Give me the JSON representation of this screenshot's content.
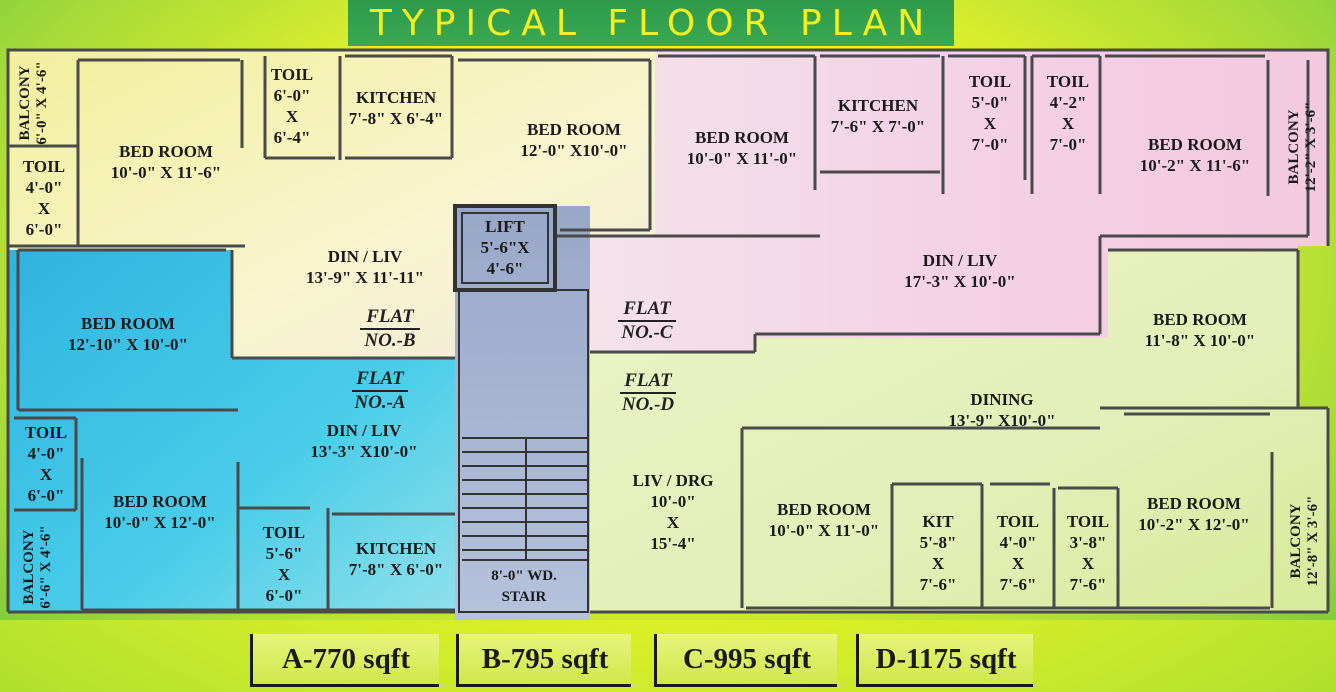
{
  "title": "TYPICAL FLOOR PLAN",
  "colors": {
    "flat_a": "#37c3e6",
    "flat_b": "#f4f0b8",
    "flat_c": "#f3d3e4",
    "flat_d": "#e3f0b8",
    "core": "#a9b8d6",
    "wall": "#4a4a4a",
    "background": "#e6f22a"
  },
  "flats": {
    "a": {
      "line1": "FLAT",
      "line2": "NO.-A"
    },
    "b": {
      "line1": "FLAT",
      "line2": "NO.-B"
    },
    "c": {
      "line1": "FLAT",
      "line2": "NO.-C"
    },
    "d": {
      "line1": "FLAT",
      "line2": "NO.-D"
    }
  },
  "rooms": {
    "b_balcony": {
      "name": "BALCONY",
      "size": "6'-0\" X 4'-6\""
    },
    "b_toil_small": {
      "name": "TOIL",
      "l1": "4'-0\"",
      "x": "X",
      "l2": "6'-0\""
    },
    "b_bedroom1": {
      "name": "BED ROOM",
      "size": "10'-0\" X 11'-6\""
    },
    "b_toil": {
      "name": "TOIL",
      "l1": "6'-0\"",
      "x": "X",
      "l2": "6'-4\""
    },
    "b_kitchen": {
      "name": "KITCHEN",
      "size": "7'-8\" X 6'-4\""
    },
    "b_bedroom2": {
      "name": "BED ROOM",
      "size": "12'-0\" X10'-0\""
    },
    "b_dinliv": {
      "name": "DIN / LIV",
      "size": "13'-9\" X 11'-11\""
    },
    "lift": {
      "name": "LIFT",
      "l1": "5'-6\"X",
      "l2": "4'-6\""
    },
    "stair": {
      "l1": "8'-0\"  WD.",
      "l2": "STAIR"
    },
    "c_bedroom1": {
      "name": "BED ROOM",
      "size": "10'-0\" X 11'-0\""
    },
    "c_kitchen": {
      "name": "KITCHEN",
      "size": "7'-6\" X 7'-0\""
    },
    "c_toil1": {
      "name": "TOIL",
      "l1": "5'-0\"",
      "x": "X",
      "l2": "7'-0\""
    },
    "c_toil2": {
      "name": "TOIL",
      "l1": "4'-2\"",
      "x": "X",
      "l2": "7'-0\""
    },
    "c_bedroom2": {
      "name": "BED ROOM",
      "size": "10'-2\" X 11'-6\""
    },
    "c_balcony": {
      "name": "BALCONY",
      "size": "12'-2\" X 3'-6\""
    },
    "c_dinliv": {
      "name": "DIN / LIV",
      "size": "17'-3\" X 10'-0\""
    },
    "a_bedroom1": {
      "name": "BED ROOM",
      "size": "12'-10\" X 10'-0\""
    },
    "a_dinliv": {
      "name": "DIN / LIV",
      "size": "13'-3\" X10'-0\""
    },
    "a_toil1": {
      "name": "TOIL",
      "l1": "4'-0\"",
      "x": "X",
      "l2": "6'-0\""
    },
    "a_bedroom2": {
      "name": "BED ROOM",
      "size": "10'-0\" X 12'-0\""
    },
    "a_toil2": {
      "name": "TOIL",
      "l1": "5'-6\"",
      "x": "X",
      "l2": "6'-0\""
    },
    "a_kitchen": {
      "name": "KITCHEN",
      "size": "7'-8\" X 6'-0\""
    },
    "a_balcony": {
      "name": "BALCONY",
      "size": "6'-6\" X 4'-6\""
    },
    "d_bedroom1": {
      "name": "BED ROOM",
      "size": "11'-8\" X 10'-0\""
    },
    "d_dining": {
      "name": "DINING",
      "size": "13'-9\" X10'-0\""
    },
    "d_livdrg": {
      "name": "LIV / DRG",
      "l1": "10'-0\"",
      "x": "X",
      "l2": "15'-4\""
    },
    "d_bedroom2": {
      "name": "BED ROOM",
      "size": "10'-0\" X 11'-0\""
    },
    "d_kit": {
      "name": "KIT",
      "l1": "5'-8\"",
      "x": "X",
      "l2": "7'-6\""
    },
    "d_toil1": {
      "name": "TOIL",
      "l1": "4'-0\"",
      "x": "X",
      "l2": "7'-6\""
    },
    "d_toil2": {
      "name": "TOIL",
      "l1": "3'-8\"",
      "x": "X",
      "l2": "7'-6\""
    },
    "d_bedroom3": {
      "name": "BED ROOM",
      "size": "10'-2\" X 12'-0\""
    },
    "d_balcony": {
      "name": "BALCONY",
      "size": "12'-8\" X 3'-6\""
    }
  },
  "areas": [
    "A-770 sqft",
    "B-795 sqft",
    "C-995 sqft",
    "D-1175 sqft"
  ]
}
